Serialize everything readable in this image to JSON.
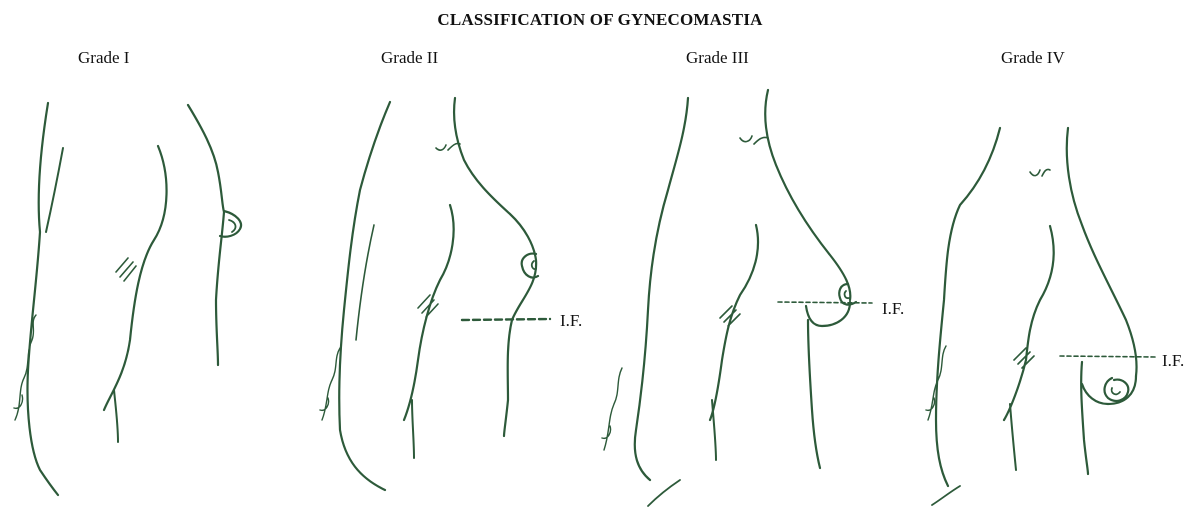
{
  "title": "CLASSIFICATION OF GYNECOMASTIA",
  "grades": [
    {
      "label": "Grade I",
      "fold_marker": ""
    },
    {
      "label": "Grade II",
      "fold_marker": "I.F."
    },
    {
      "label": "Grade III",
      "fold_marker": "I.F."
    },
    {
      "label": "Grade IV",
      "fold_marker": "I.F."
    }
  ],
  "colors": {
    "line": "#2d5a3a",
    "text": "#111111",
    "background": "#ffffff"
  }
}
